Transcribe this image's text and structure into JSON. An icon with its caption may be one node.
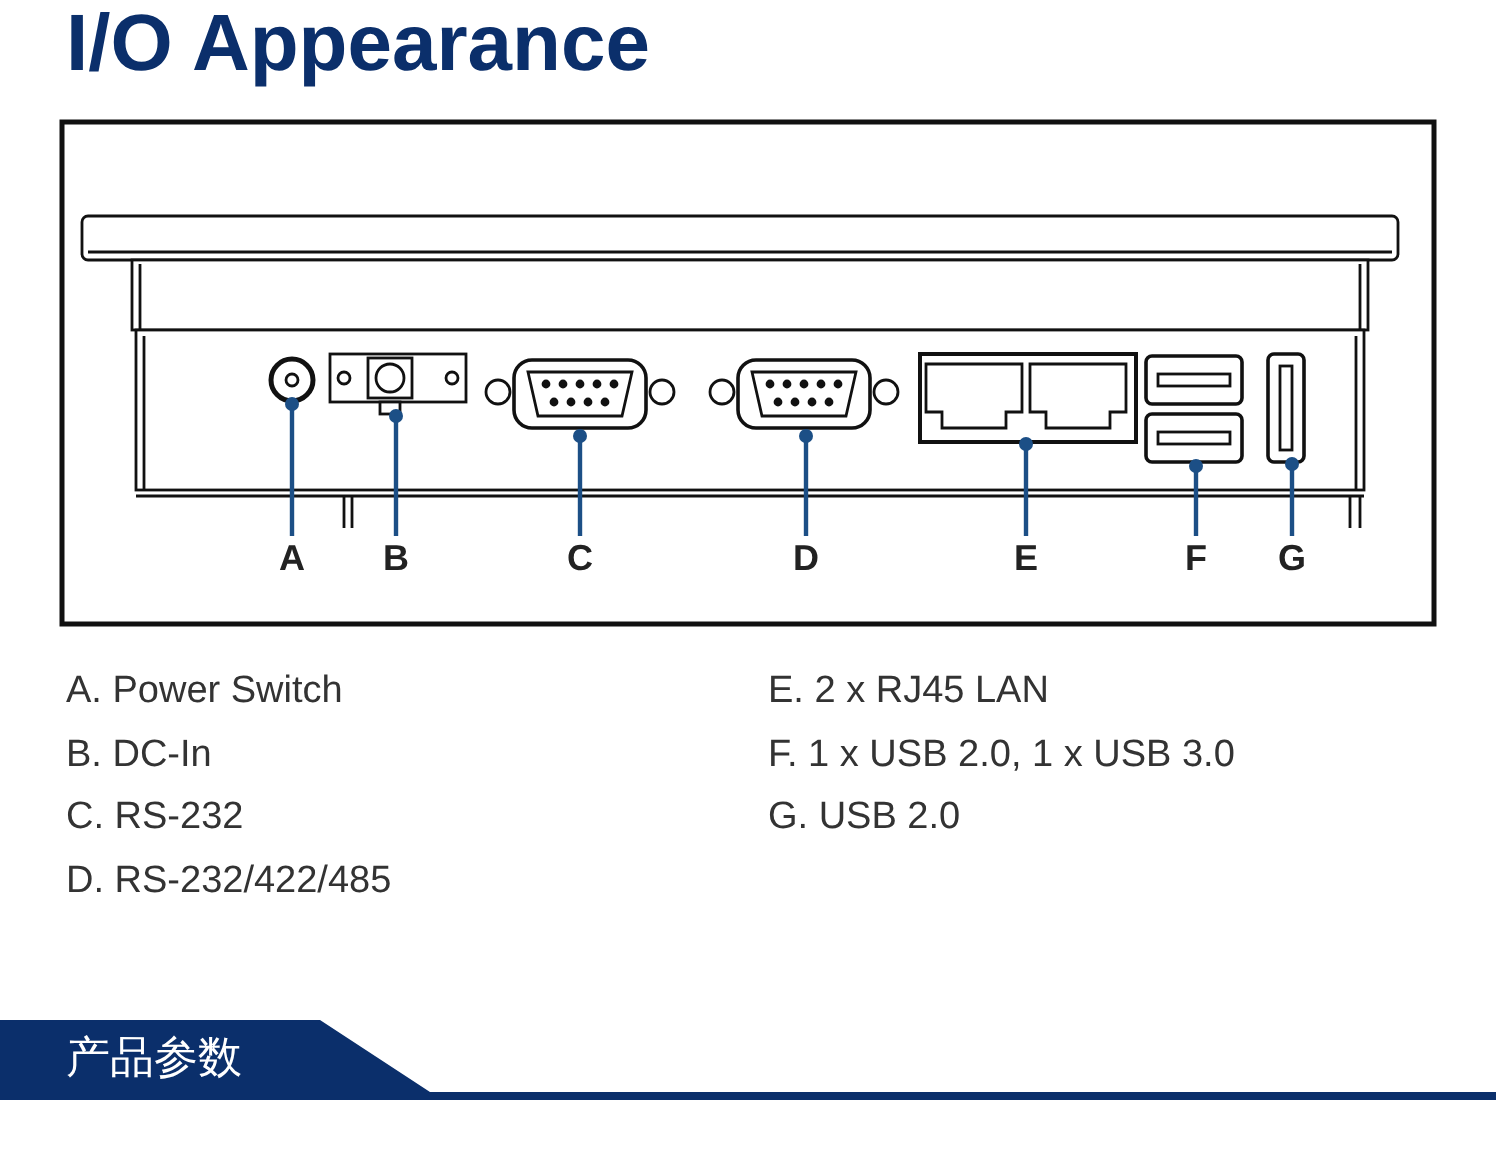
{
  "diagram": {
    "title": "I/O Appearance",
    "nodes": [
      {
        "text": [
          "A"
        ]
      },
      {
        "text": [
          "B"
        ]
      },
      {
        "text": [
          "C"
        ]
      },
      {
        "text": [
          "D"
        ]
      },
      {
        "text": [
          "E"
        ]
      },
      {
        "text": [
          "F"
        ]
      },
      {
        "text": [
          "G"
        ]
      },
      {
        "text": [],
        "shape": "circle"
      },
      {
        "text": [],
        "shape": "picture"
      },
      {
        "text": [],
        "shape": "picture"
      },
      {
        "text": [],
        "shape": "picture"
      },
      {
        "text": [],
        "shape": "picture"
      },
      {
        "text": [],
        "shape": "picture"
      },
      {
        "text": [],
        "shape": "picture"
      }
    ],
    "edges": [
      {
        "from": 0,
        "to": 7,
        "arrow": "other"
      },
      {
        "from": 1,
        "to": 8,
        "arrow": "other"
      },
      {
        "from": 2,
        "to": 9,
        "arrow": "other"
      },
      {
        "from": 3,
        "to": 10,
        "arrow": "other"
      },
      {
        "from": 4,
        "to": 11,
        "arrow": "other"
      },
      {
        "from": 5,
        "to": 12,
        "arrow": "other"
      },
      {
        "from": 6,
        "to": 13,
        "arrow": "other"
      }
    ],
    "labels": [
      "A. Power Switch",
      "E. 2 x RJ45 LAN",
      "B. DC-In",
      "F. 1 x USB 2.0, 1 x USB 3.0",
      "C. RS-232",
      "G. USB 2.0",
      "D. RS-232/422/485",
      "产品参数"
    ]
  }
}
